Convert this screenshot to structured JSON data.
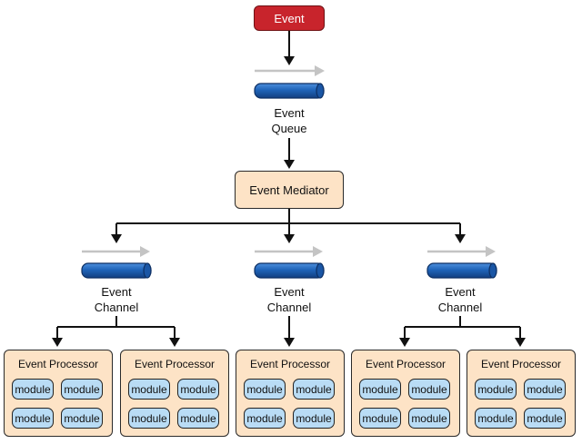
{
  "event": {
    "label": "Event"
  },
  "event_queue": {
    "label_line1": "Event",
    "label_line2": "Queue"
  },
  "mediator": {
    "label": "Event Mediator"
  },
  "channels": [
    {
      "label_line1": "Event",
      "label_line2": "Channel"
    },
    {
      "label_line1": "Event",
      "label_line2": "Channel"
    },
    {
      "label_line1": "Event",
      "label_line2": "Channel"
    }
  ],
  "processors": [
    {
      "title": "Event Processor",
      "modules": [
        "module",
        "module",
        "module",
        "module"
      ]
    },
    {
      "title": "Event Processor",
      "modules": [
        "module",
        "module",
        "module",
        "module"
      ]
    },
    {
      "title": "Event Processor",
      "modules": [
        "module",
        "module",
        "module",
        "module"
      ]
    },
    {
      "title": "Event Processor",
      "modules": [
        "module",
        "module",
        "module",
        "module"
      ]
    },
    {
      "title": "Event Processor",
      "modules": [
        "module",
        "module",
        "module",
        "module"
      ]
    }
  ],
  "colors": {
    "event_fill": "#c8242c",
    "box_fill": "#fde3c6",
    "module_fill": "#b9dcf5",
    "tube_fill": "#1f63b8",
    "flow_arrow": "#c4c4c4"
  }
}
